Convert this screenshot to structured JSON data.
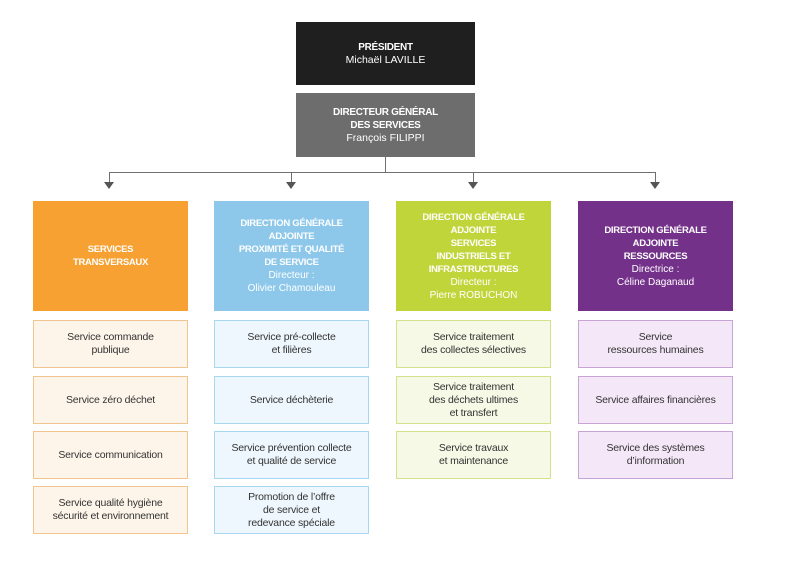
{
  "president": {
    "title": "PRÉSIDENT",
    "name": "Michaël LAVILLE",
    "color": "#1f1f1f"
  },
  "dgs": {
    "title1": "DIRECTEUR GÉNÉRAL",
    "title2": "DES SERVICES",
    "name": "François FILIPPI",
    "color": "#6d6d6d"
  },
  "columns": [
    {
      "color": "#f7a133",
      "light_bg": "#fef5ea",
      "border": "#f2c590",
      "head_lines": [
        "SERVICES",
        "TRANSVERSAUX"
      ],
      "sub_lines": [],
      "services": [
        [
          "Service commande",
          "publique"
        ],
        [
          "Service zéro déchet"
        ],
        [
          "Service communication"
        ],
        [
          "Service qualité hygiène",
          "sécurité et environnement"
        ]
      ]
    },
    {
      "color": "#8dc8ea",
      "light_bg": "#eef7fd",
      "border": "#a9d6f0",
      "head_lines": [
        "DIRECTION GÉNÉRALE",
        "ADJOINTE",
        "PROXIMITÉ ET QUALITÉ",
        "DE SERVICE"
      ],
      "sub_lines": [
        "Directeur :",
        "Olivier Chamouleau"
      ],
      "services": [
        [
          "Service pré-collecte",
          "et filières"
        ],
        [
          "Service déchèterie"
        ],
        [
          "Service prévention collecte",
          "et qualité de service"
        ],
        [
          "Promotion de l’offre",
          "de service et",
          "redevance spéciale"
        ]
      ]
    },
    {
      "color": "#c0d53a",
      "light_bg": "#f6f9e6",
      "border": "#d3e28a",
      "head_lines": [
        "DIRECTION GÉNÉRALE",
        "ADJOINTE",
        "SERVICES",
        "INDUSTRIELS ET",
        "INFRASTRUCTURES"
      ],
      "sub_lines": [
        "Directeur :",
        "Pierre ROBUCHON"
      ],
      "services": [
        [
          "Service traitement",
          "des collectes sélectives"
        ],
        [
          "Service traitement",
          "des déchets ultimes",
          "et transfert"
        ],
        [
          "Service travaux",
          "et maintenance"
        ]
      ]
    },
    {
      "color": "#74318a",
      "light_bg": "#f4e8f8",
      "border": "#c8a3d6",
      "head_lines": [
        "DIRECTION GÉNÉRALE",
        "ADJOINTE",
        "RESSOURCES"
      ],
      "sub_lines": [
        "Directrice :",
        "Céline Daganaud"
      ],
      "services": [
        [
          "Service",
          "ressources humaines"
        ],
        [
          "Service affaires financières"
        ],
        [
          "Service des systèmes",
          "d’information"
        ]
      ]
    }
  ]
}
